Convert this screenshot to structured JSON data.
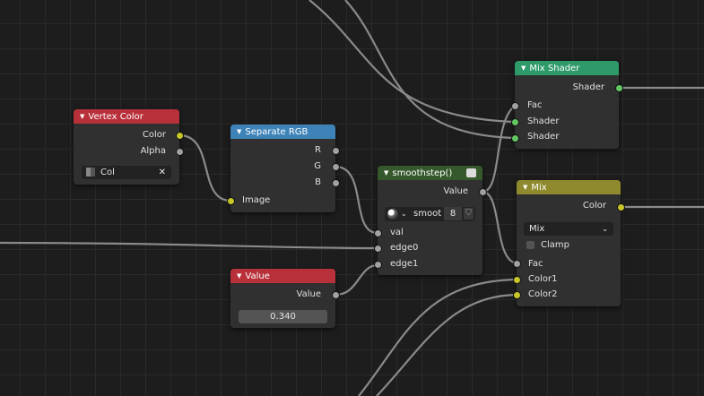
{
  "nodes": {
    "vertex_color": {
      "title": "Vertex Color",
      "header_color": "#b8303a",
      "outputs": [
        "Color",
        "Alpha"
      ],
      "layer_field": "Col",
      "clear_icon": "close-icon"
    },
    "separate_rgb": {
      "title": "Separate RGB",
      "header_color": "#3d83b8",
      "outputs": [
        "R",
        "G",
        "B"
      ],
      "inputs": [
        "Image"
      ]
    },
    "smoothstep": {
      "title": "smoothstep()",
      "header_color": "#35592c",
      "outputs": [
        "Value"
      ],
      "script_name": "smoot",
      "users_count": "8",
      "inputs": [
        "val",
        "edge0",
        "edge1"
      ]
    },
    "value": {
      "title": "Value",
      "header_color": "#b8303a",
      "outputs": [
        "Value"
      ],
      "value": "0.340"
    },
    "mix_shader": {
      "title": "Mix Shader",
      "header_color": "#2e9a6a",
      "outputs": [
        "Shader"
      ],
      "inputs": [
        "Fac",
        "Shader",
        "Shader"
      ]
    },
    "mix": {
      "title": "Mix",
      "header_color": "#8f8a2e",
      "outputs": [
        "Color"
      ],
      "blend_mode": "Mix",
      "clamp_label": "Clamp",
      "clamp_checked": false,
      "inputs": [
        "Fac",
        "Color1",
        "Color2"
      ]
    }
  }
}
